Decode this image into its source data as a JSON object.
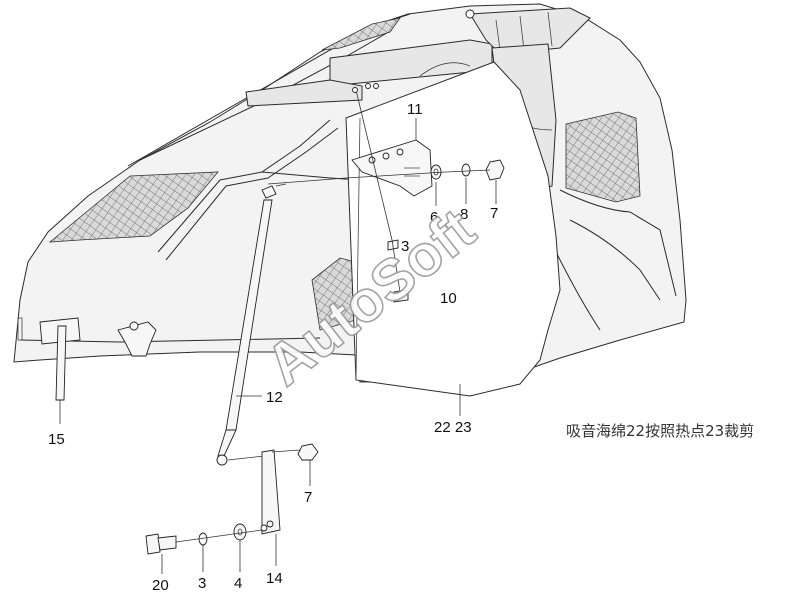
{
  "watermark": "AutoSoft",
  "note": "吸音海绵22按照热点23裁剪",
  "callouts": {
    "c11": "11",
    "c6": "6",
    "c8": "8",
    "c7a": "7",
    "c3a": "3",
    "c10": "10",
    "c12": "12",
    "c15": "15",
    "c2223": "22 23",
    "c7b": "7",
    "c20": "20",
    "c3b": "3",
    "c4": "4",
    "c14": "14"
  },
  "colors": {
    "line": "#2b2b2b",
    "panel_fill": "#f3f3f3",
    "watermark_outline": "#9a9a9a"
  }
}
